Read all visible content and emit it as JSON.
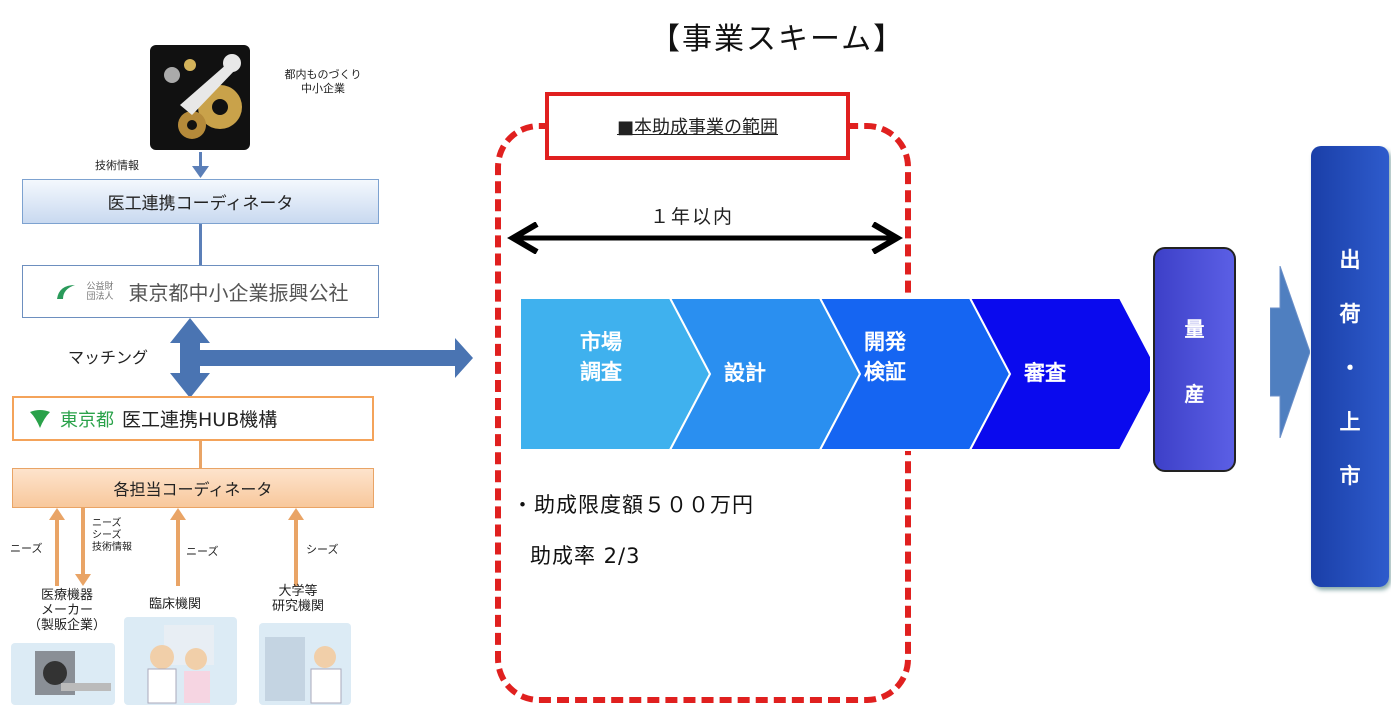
{
  "title": "【事業スキーム】",
  "left": {
    "company_label_line1": "都内ものづくり",
    "company_label_line2": "中小企業",
    "tech_info_label": "技術情報",
    "coordinator_box": "医工連携コーディネータ",
    "kosha_small": "公益財団法人",
    "kosha_name": "東京都中小企業振興公社",
    "matching_label": "マッチング",
    "tokyo_logo_text": "東京都",
    "hub_name": "医工連携HUB機構",
    "coordinators_box": "各担当コーディネータ",
    "arrow_labels": {
      "needs1": "ニーズ",
      "needs_seeds_line1": "ニーズ",
      "needs_seeds_line2": "シーズ",
      "needs_seeds_line3": "技術情報",
      "needs2": "ニーズ",
      "seeds": "シーズ"
    },
    "stakeholders": {
      "maker_line1": "医療機器",
      "maker_line2": "メーカー",
      "maker_line3": "（製販企業）",
      "clinic": "臨床機関",
      "univ_line1": "大学等",
      "univ_line2": "研究機関"
    }
  },
  "scope": {
    "label": "■本助成事業の範囲",
    "duration": "１年以内",
    "bullet1": "・助成限度額５００万円",
    "bullet2": "助成率 2/3"
  },
  "process": [
    {
      "line1": "市場",
      "line2": "調査",
      "color": "#3fb1ee"
    },
    {
      "line1": "設計",
      "line2": "",
      "color": "#2a8ff0"
    },
    {
      "line1": "開発",
      "line2": "検証",
      "color": "#1565f2"
    },
    {
      "line1": "審査",
      "line2": "",
      "color": "#0a0aee"
    }
  ],
  "mass_production": {
    "char1": "量",
    "char2": "産"
  },
  "release": {
    "c1": "出",
    "c2": "荷",
    "c3": "・",
    "c4": "上",
    "c5": "市"
  },
  "colors": {
    "scope_red": "#e0201f",
    "arrow_blue": "#4a74b2",
    "box_orange": "#f4a35a"
  }
}
